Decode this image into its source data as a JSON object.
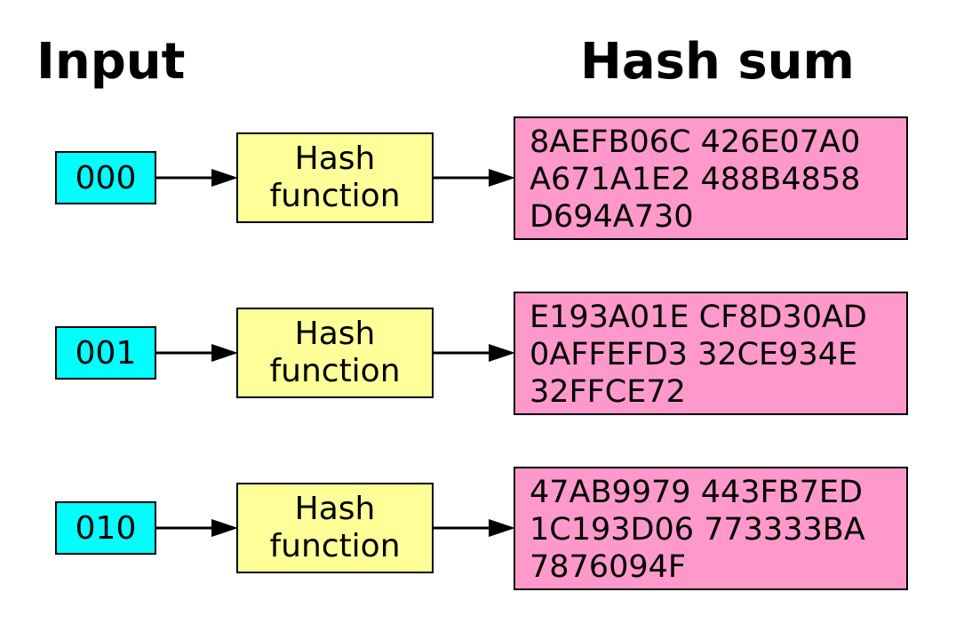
{
  "headings": {
    "input": "Input",
    "hash_sum": "Hash sum"
  },
  "colors": {
    "input_box": "#00ffff",
    "function_box": "#ffff99",
    "hash_box": "#ff99cc",
    "stroke": "#000000"
  },
  "rows": [
    {
      "input": "000",
      "function_line1": "Hash",
      "function_line2": "function",
      "hash_lines": [
        "8AEFB06C 426E07A0",
        "A671A1E2 488B4858",
        "D694A730"
      ]
    },
    {
      "input": "001",
      "function_line1": "Hash",
      "function_line2": "function",
      "hash_lines": [
        "E193A01E CF8D30AD",
        "0AFFEFD3 32CE934E",
        "32FFCE72"
      ]
    },
    {
      "input": "010",
      "function_line1": "Hash",
      "function_line2": "function",
      "hash_lines": [
        "47AB9979 443FB7ED",
        "1C193D06 773333BA",
        "7876094F"
      ]
    }
  ]
}
